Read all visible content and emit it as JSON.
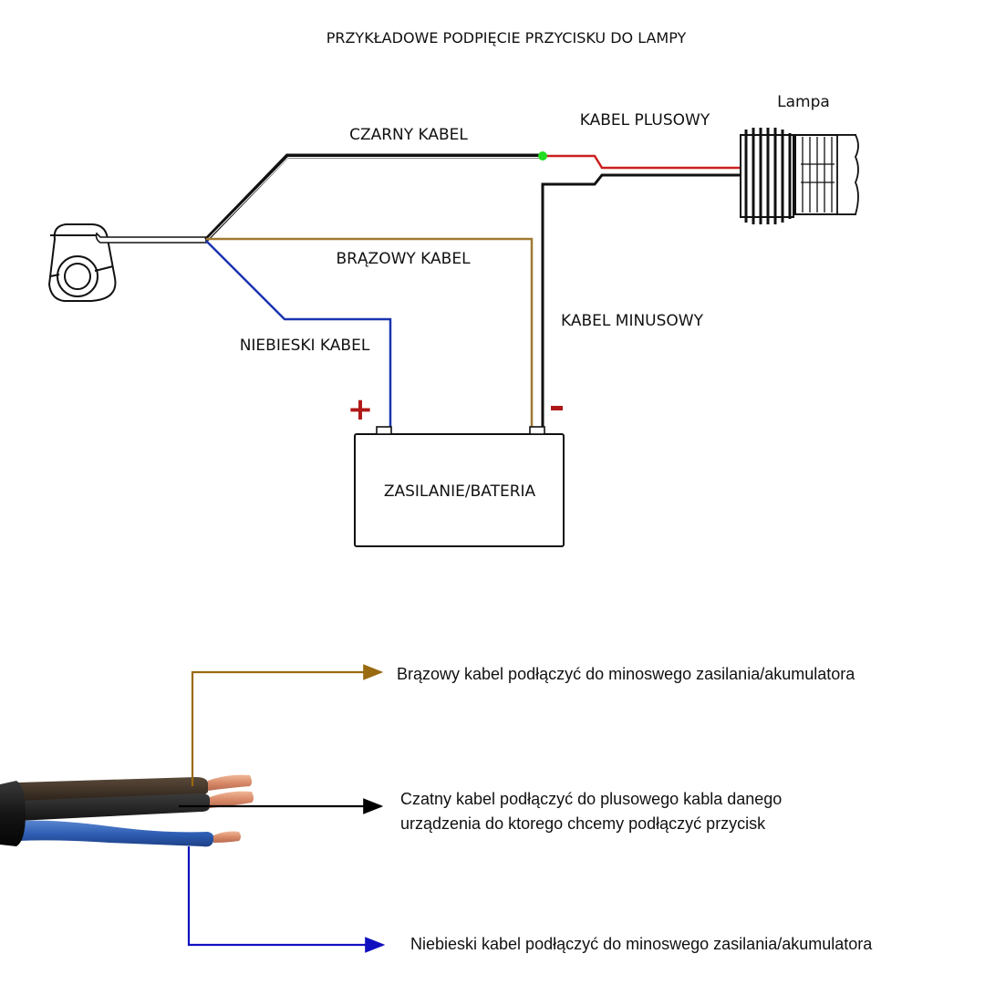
{
  "title": "PRZYKŁADOWE PODPIĘCIE PRZYCISKU DO LAMPY",
  "top_diagram": {
    "labels": {
      "lamp": "Lampa",
      "positive_cable": "KABEL PLUSOWY",
      "black_cable": "CZARNY KABEL",
      "brown_cable": "BRĄZOWY KABEL",
      "negative_cable": "KABEL MINUSOWY",
      "blue_cable": "NIEBIESKI KABEL",
      "battery": "ZASILANIE/BATERIA",
      "plus_sign": "+",
      "minus_sign": "-"
    },
    "components": [
      "switch-icon",
      "lamp-icon",
      "battery-box",
      "junction-dot"
    ],
    "colors": {
      "black_wire": "#111111",
      "brown_wire": "#a07a30",
      "blue_wire": "#1a35b0",
      "red_wire": "#cc1f1f",
      "junction": "#22dd22",
      "polarity": "#b01818"
    }
  },
  "bottom_diagram": {
    "notes": {
      "brown": "Brązowy kabel podłączyć do minoswego  zasilania/akumulatora",
      "black_line1": "Czatny kabel podłączyć do plusowego kabla danego",
      "black_line2": "urządzenia do ktorego chcemy podłączyć przycisk",
      "blue": "Niebieski  kabel podłączyć do minoswego zasilania/akumulatora"
    },
    "colors": {
      "brown_arrow": "#9a6a10",
      "black_arrow": "#000000",
      "blue_arrow": "#1010c0",
      "copper": "#d89070"
    }
  }
}
